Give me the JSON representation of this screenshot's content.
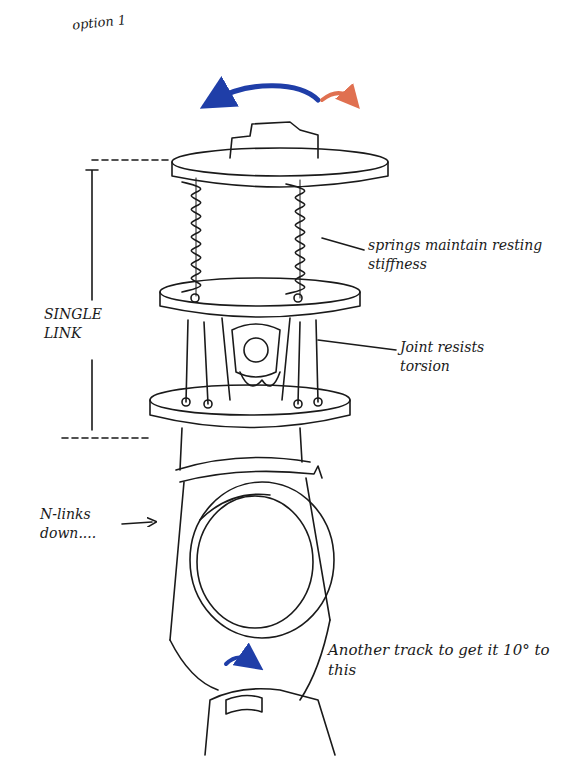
{
  "diagram": {
    "labels": [
      "option 1",
      "springs maintain resting stiffness",
      "Joint resists torsion",
      "SINGLE LINK",
      "N-links down....",
      "Another track to get it 10° to this"
    ]
  }
}
